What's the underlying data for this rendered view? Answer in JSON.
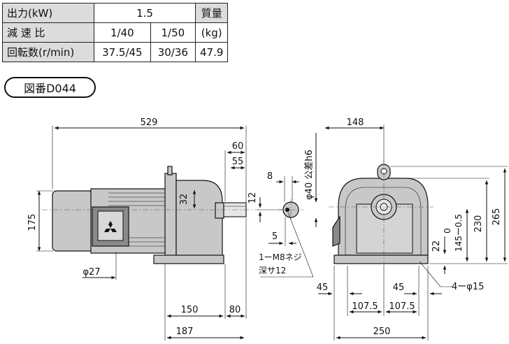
{
  "spec_table": {
    "rows": [
      {
        "label": "出力(kW)",
        "values": [
          "1.5"
        ],
        "extra": "質量"
      },
      {
        "label": "減 速 比",
        "values": [
          "1/40",
          "1/50"
        ],
        "extra": "(kg)"
      },
      {
        "label": "回転数(r/min)",
        "values": [
          "37.5/45",
          "30/36"
        ],
        "extra": "47.9"
      }
    ]
  },
  "drawing_number": "図番D044",
  "dimensions": {
    "overall_length": "529",
    "shaft_60": "60",
    "shaft_55": "55",
    "key_8": "8",
    "key_12": "12",
    "height_32": "32",
    "motor_175": "175",
    "dia_27": "φ27",
    "base_150": "150",
    "base_80": "80",
    "base_187": "187",
    "key_5": "5",
    "shaft_dia": "φ40 公差h6",
    "tap": "1ーM8ネジ",
    "tap_depth": "深サ12",
    "width_148": "148",
    "height_265": "265",
    "height_230": "230",
    "center_height": "145ー0.5",
    "center_tol": "0",
    "foot_22": "22",
    "side_45_left": "45",
    "side_45_right": "45",
    "half_107_left": "107.5",
    "half_107_right": "107.5",
    "width_250": "250",
    "holes": "4ーφ15"
  }
}
